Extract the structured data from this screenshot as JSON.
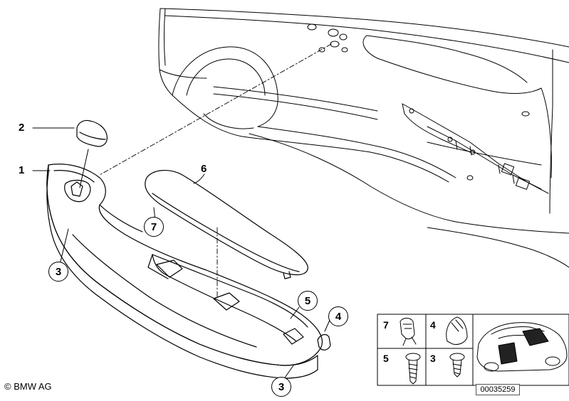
{
  "callouts": {
    "c1": "1",
    "c2": "2",
    "c3_top": "3",
    "c3_bottom": "3",
    "c4": "4",
    "c5": "5",
    "c6": "6",
    "c7": "7"
  },
  "legend": {
    "r1_left": "7",
    "r1_right": "4",
    "r2_left": "5",
    "r2_right": "3"
  },
  "footer": {
    "copyright": "© BMW AG",
    "part_number": "00035259"
  }
}
